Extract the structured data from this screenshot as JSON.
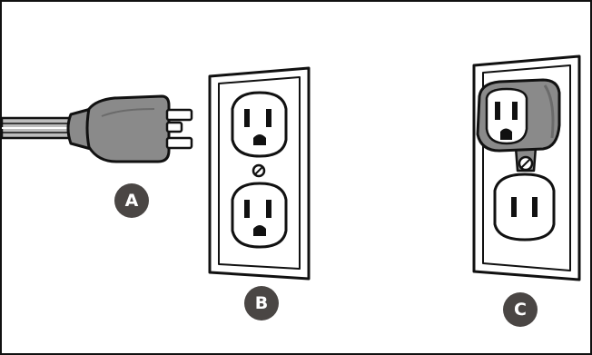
{
  "labels": {
    "a": "A",
    "b": "B",
    "c": "C"
  },
  "colors": {
    "badge": "#4a4644",
    "outline": "#111111",
    "plug_gray": "#8a8a8a",
    "cord_gray": "#bdbdbd",
    "background": "#ffffff"
  },
  "icons": {
    "a": "grounded-plug-icon",
    "b": "duplex-outlet-icon",
    "c": "grounding-adapter-outlet-icon"
  }
}
